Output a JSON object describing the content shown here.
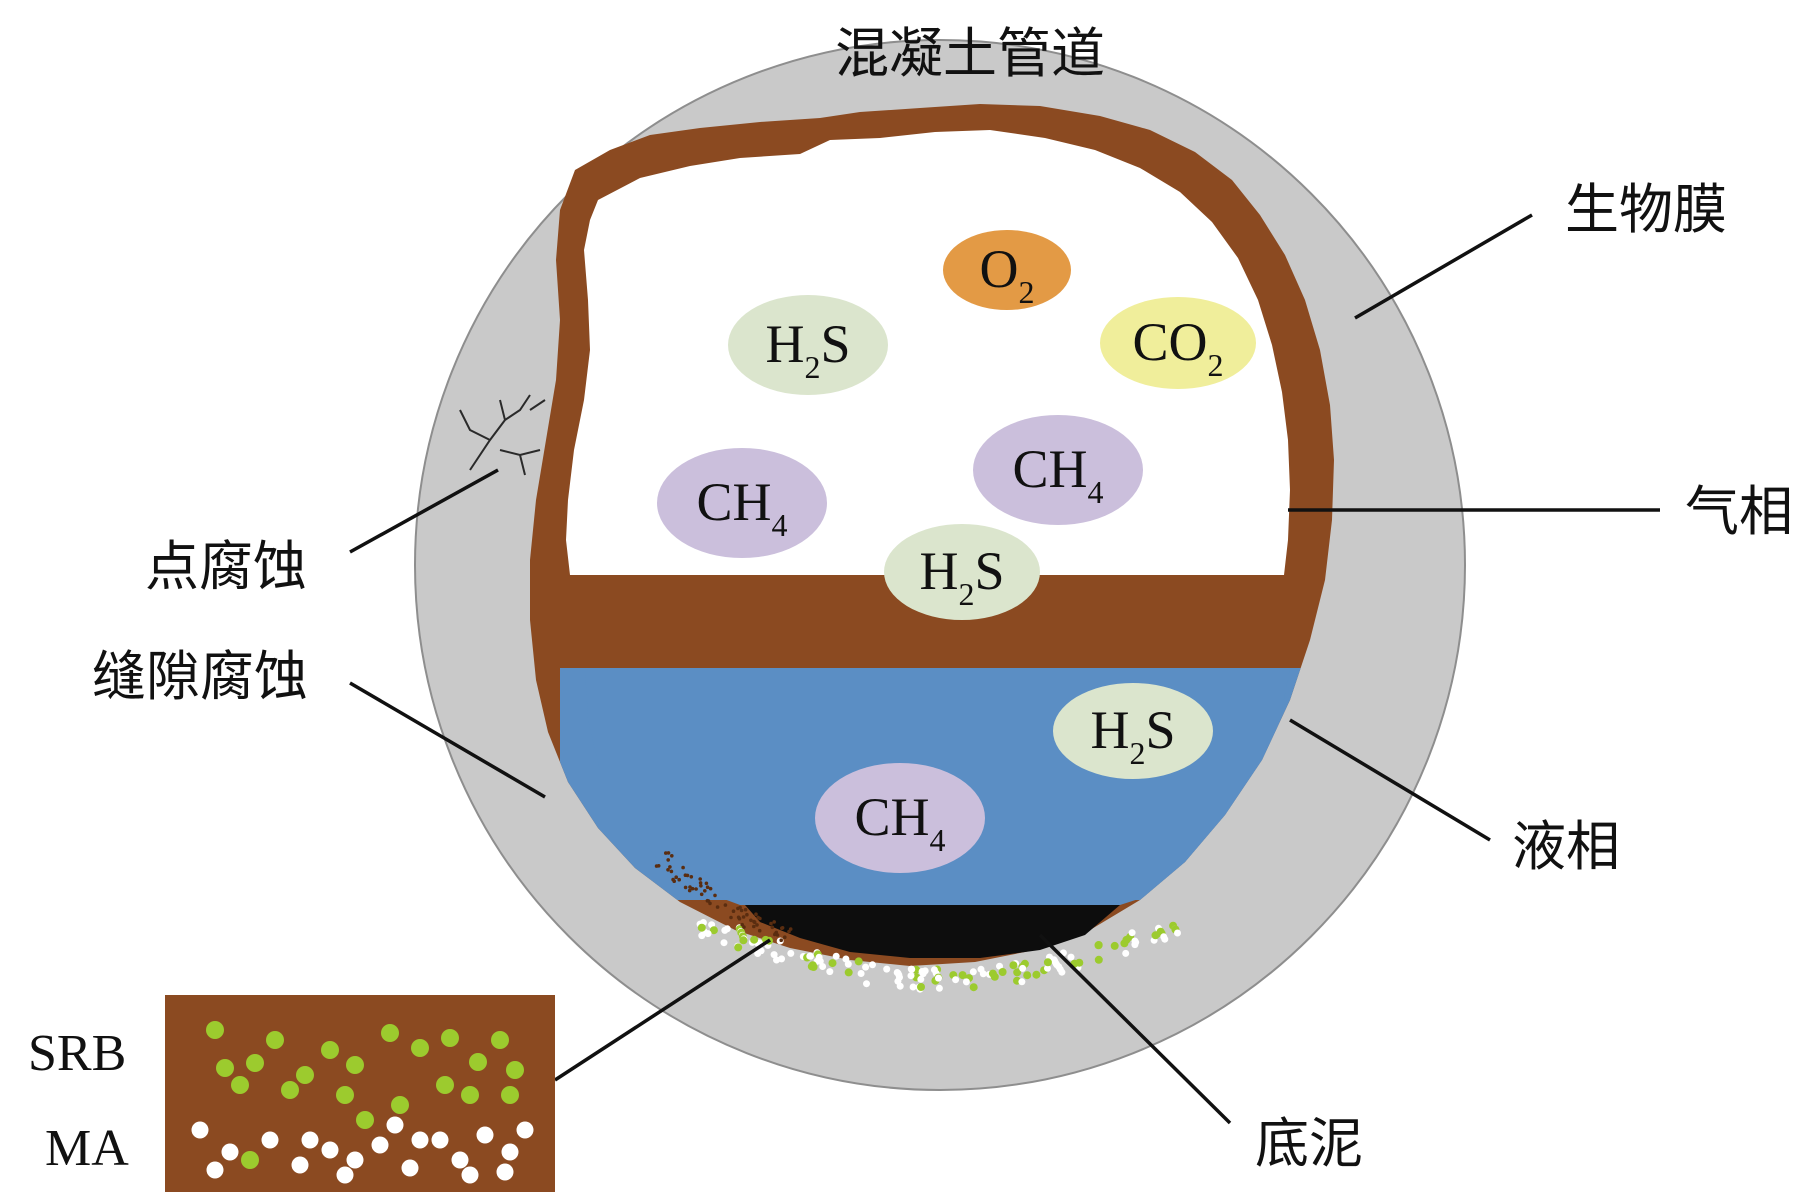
{
  "title": "混凝土管道",
  "labels": {
    "biofilm": "生物膜",
    "gas_phase": "气相",
    "liquid_phase": "液相",
    "sludge": "底泥",
    "pitting": "点腐蚀",
    "crevice": "缝隙腐蚀"
  },
  "gas_bubbles": [
    {
      "main": "O",
      "sub": "2",
      "color": "#e39a45"
    },
    {
      "main": "H",
      "sub": "2",
      "tail": "S",
      "color": "#dbe5cd"
    },
    {
      "main": "CO",
      "sub": "2",
      "color": "#f0ee9b"
    },
    {
      "main": "CH",
      "sub": "4",
      "color": "#cbbfdc"
    },
    {
      "main": "CH",
      "sub": "4",
      "color": "#cbbfdc"
    },
    {
      "main": "H",
      "sub": "2",
      "tail": "S",
      "color": "#dbe5cd"
    }
  ],
  "liquid_bubbles": [
    {
      "main": "H",
      "sub": "2",
      "tail": "S",
      "color": "#dbe5cd"
    },
    {
      "main": "CH",
      "sub": "4",
      "color": "#cbbfdc"
    }
  ],
  "legend": {
    "srb": "SRB",
    "ma": "MA"
  },
  "colors": {
    "pipe": "#c9c9c9",
    "biofilm": "#8b4a21",
    "liquid": "#5b8ec4",
    "sludge_black": "#0d0d0d",
    "srb_dot": "#9ccb2e",
    "ma_dot": "#ffffff"
  }
}
